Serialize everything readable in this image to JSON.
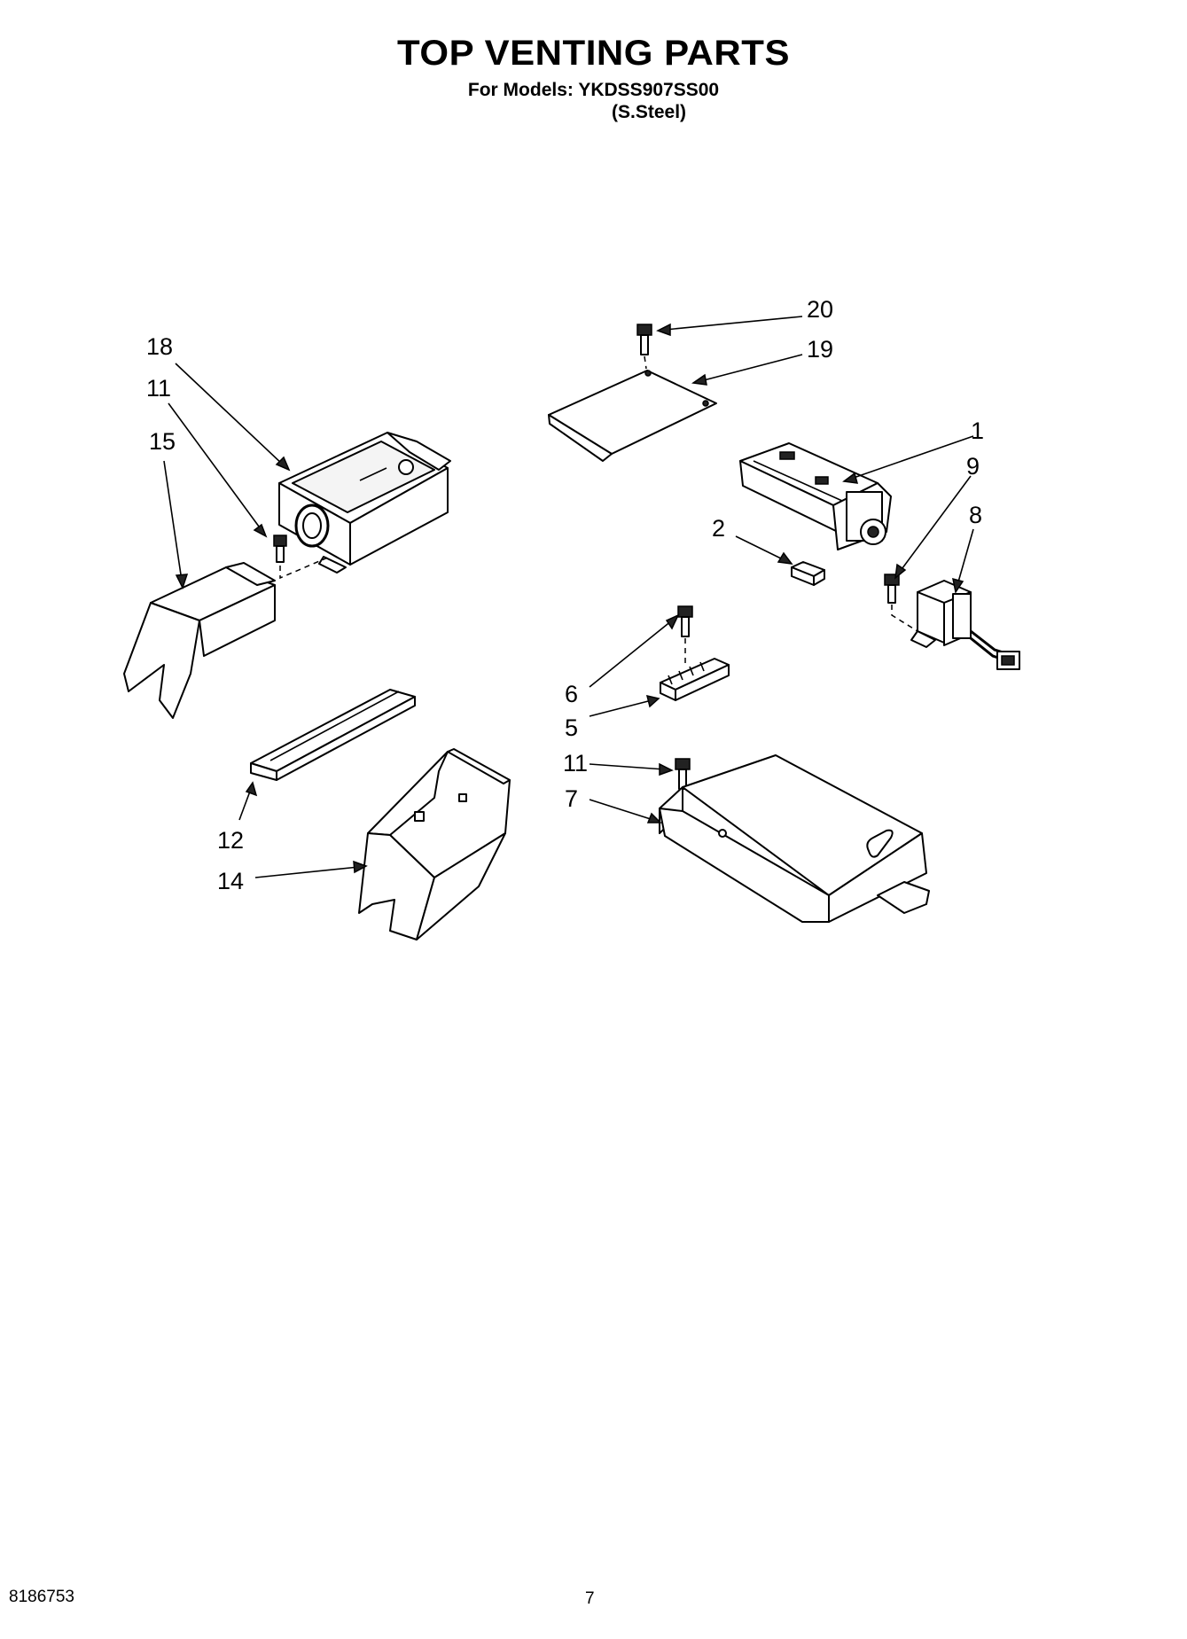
{
  "title": "TOP VENTING PARTS",
  "models_line": "For Models: YKDSS907SS00",
  "finish_line": "(S.Steel)",
  "document_number": "8186753",
  "page_number": "7",
  "callouts": [
    {
      "id": "c20",
      "label": "20"
    },
    {
      "id": "c19",
      "label": "19"
    },
    {
      "id": "c18",
      "label": "18"
    },
    {
      "id": "c11a",
      "label": "11"
    },
    {
      "id": "c15",
      "label": "15"
    },
    {
      "id": "c1",
      "label": "1"
    },
    {
      "id": "c9",
      "label": "9"
    },
    {
      "id": "c8",
      "label": "8"
    },
    {
      "id": "c2",
      "label": "2"
    },
    {
      "id": "c6",
      "label": "6"
    },
    {
      "id": "c5",
      "label": "5"
    },
    {
      "id": "c11b",
      "label": "11"
    },
    {
      "id": "c7",
      "label": "7"
    },
    {
      "id": "c12",
      "label": "12"
    },
    {
      "id": "c14",
      "label": "14"
    }
  ]
}
